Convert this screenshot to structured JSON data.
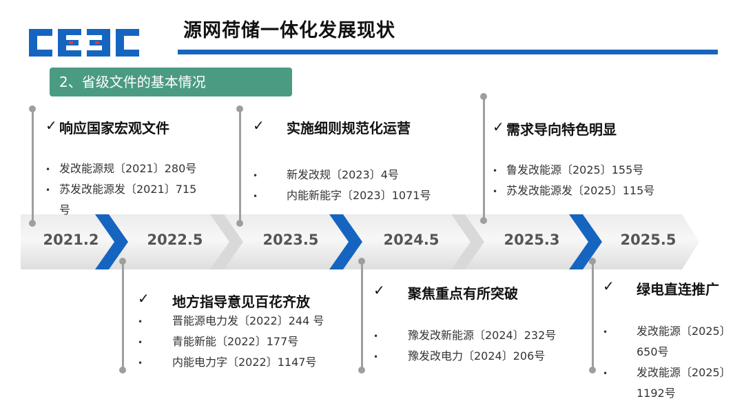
{
  "header": {
    "logo_text": "CEEC",
    "title": "源网荷储一体化发展现状",
    "section_tag": "2、省级文件的基本情况"
  },
  "timeline": {
    "dates": [
      "2021.2",
      "2022.5",
      "2023.5",
      "2024.5",
      "2025.3",
      "2025.5"
    ]
  },
  "check_mark": "✓",
  "bullet_mark": "•",
  "milestones": {
    "m1": {
      "heading": "响应国家宏观文件",
      "docs": [
        "发改能源规〔2021〕280号",
        "苏发改能源发〔2021〕715",
        "号"
      ]
    },
    "m2": {
      "heading": "地方指导意见百花齐放",
      "docs": [
        "晋能源电力发〔2022〕244 号",
        "青能新能〔2022〕177号",
        "内能电力字〔2022〕1147号"
      ]
    },
    "m3": {
      "heading": "实施细则规范化运营",
      "docs": [
        "新发改规〔2023〕4号",
        "内能新能字〔2023〕1071号"
      ]
    },
    "m4": {
      "heading": "聚焦重点有所突破",
      "docs": [
        "豫发改新能源〔2024〕232号",
        "豫发改电力〔2024〕206号"
      ]
    },
    "m5": {
      "heading": "需求导向特色明显",
      "docs": [
        "鲁发改能源〔2025〕155号",
        "苏发改能源发〔2025〕115号"
      ]
    },
    "m6": {
      "heading": "绿电直连推广",
      "docs": [
        "发改能源〔2025〕",
        "650号",
        "发改能源〔2025〕",
        "1192号"
      ]
    }
  },
  "colors": {
    "accent_blue": "#1565c0",
    "tag_green": "#4a9b82",
    "connector_gray": "#9e9e9e"
  }
}
